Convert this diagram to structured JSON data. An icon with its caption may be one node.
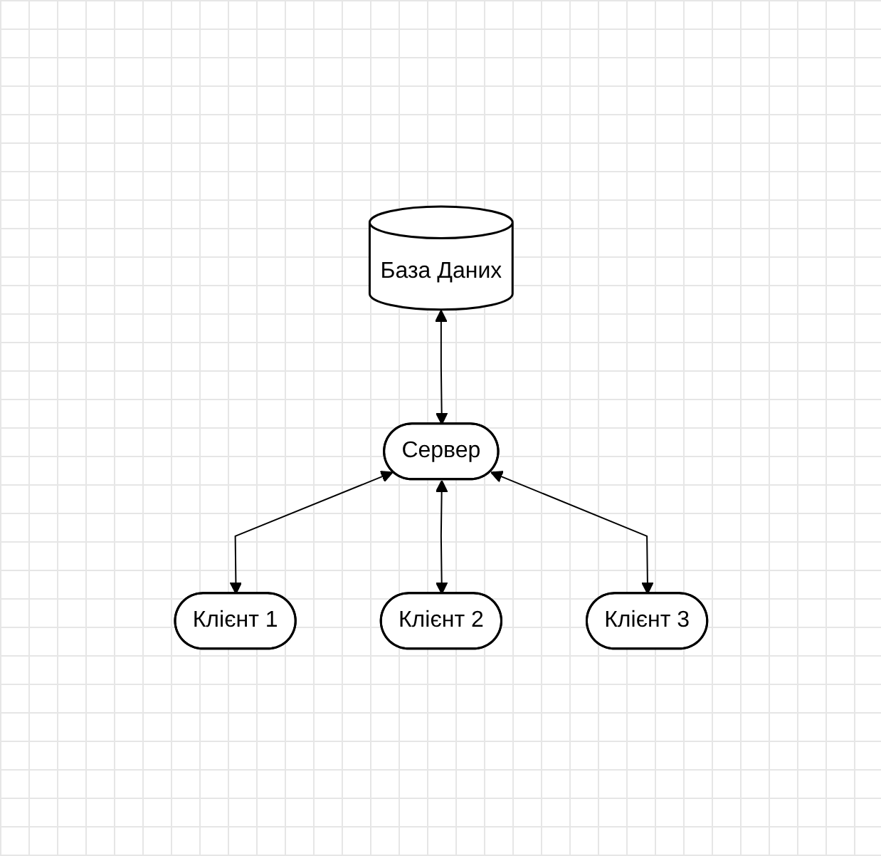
{
  "diagram": {
    "nodes": [
      {
        "text": [
          "База Даних"
        ]
      },
      {
        "text": [
          "Сервер"
        ]
      },
      {
        "text": [
          "Клієнт 1"
        ]
      },
      {
        "text": [
          "Клієнт 2"
        ]
      },
      {
        "text": [
          "Клієнт 3"
        ]
      }
    ],
    "edges": [
      {
        "from": 0,
        "to": 1,
        "arrow": "both"
      },
      {
        "from": 1,
        "to": 2,
        "arrow": "both"
      },
      {
        "from": 1,
        "to": 3,
        "arrow": "both"
      },
      {
        "from": 1,
        "to": 4,
        "arrow": "both"
      }
    ]
  }
}
